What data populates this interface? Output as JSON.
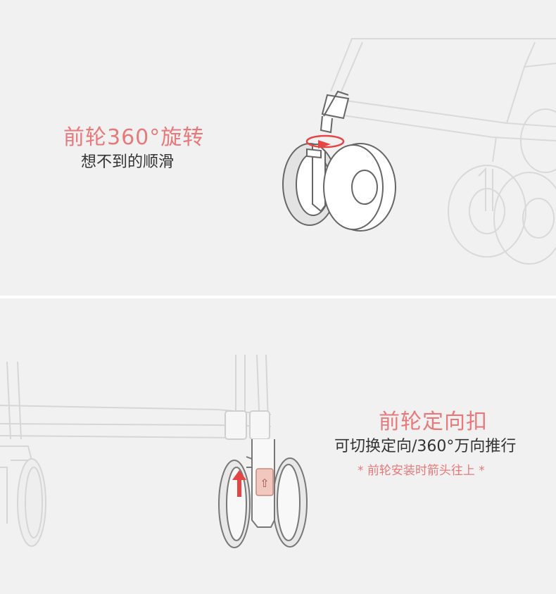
{
  "panel_top": {
    "title": "前轮360°旋转",
    "subtitle": "想不到的顺滑"
  },
  "panel_bottom": {
    "title": "前轮定向扣",
    "subtitle": "可切换定向/360°万向推行",
    "note": "* 前轮安装时箭头往上 *"
  },
  "colors": {
    "background": "#f1f1f1",
    "accent": "#e8797a",
    "text_dark": "#333333",
    "line": "#666666",
    "line_faint": "#d6d6d6",
    "arrow_red": "#e64545"
  }
}
